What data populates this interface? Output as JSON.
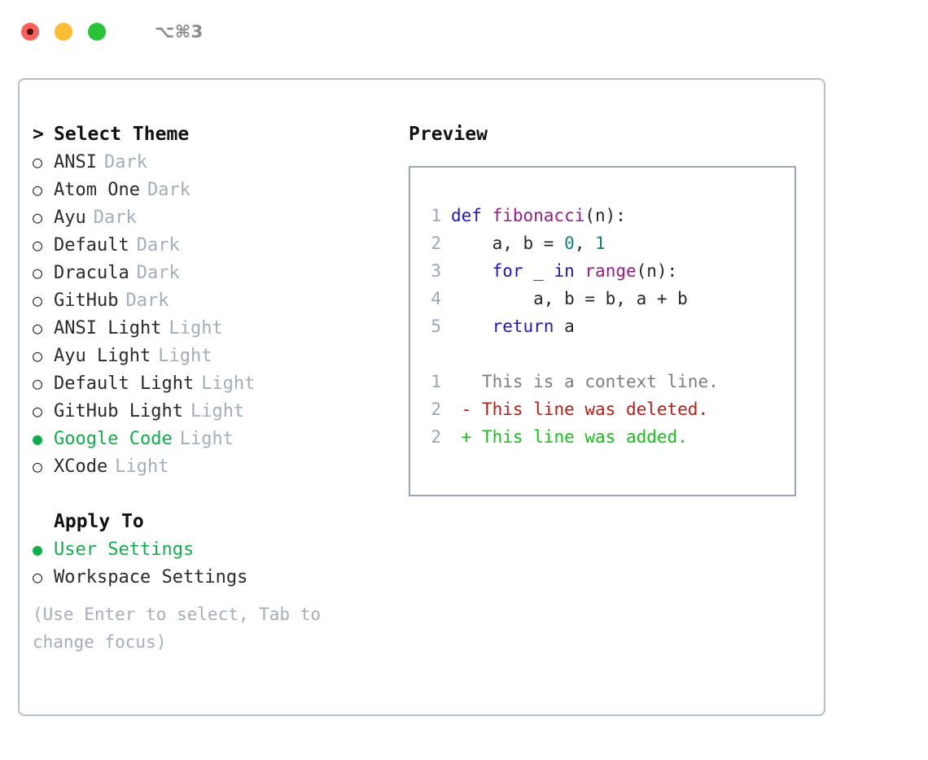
{
  "window": {
    "shortcut_label": "⌥⌘3",
    "traffic_lights": [
      "close",
      "minimize",
      "zoom"
    ]
  },
  "theme_picker": {
    "prompt_marker": ">",
    "title": "Select Theme",
    "marker_selected": "●",
    "marker_unselected": "○",
    "items": [
      {
        "label": "ANSI",
        "variant": "Dark",
        "selected": false
      },
      {
        "label": "Atom One",
        "variant": "Dark",
        "selected": false
      },
      {
        "label": "Ayu",
        "variant": "Dark",
        "selected": false
      },
      {
        "label": "Default",
        "variant": "Dark",
        "selected": false
      },
      {
        "label": "Dracula",
        "variant": "Dark",
        "selected": false
      },
      {
        "label": "GitHub",
        "variant": "Dark",
        "selected": false
      },
      {
        "label": "ANSI Light",
        "variant": "Light",
        "selected": false
      },
      {
        "label": "Ayu Light",
        "variant": "Light",
        "selected": false
      },
      {
        "label": "Default Light",
        "variant": "Light",
        "selected": false
      },
      {
        "label": "GitHub Light",
        "variant": "Light",
        "selected": false
      },
      {
        "label": "Google Code",
        "variant": "Light",
        "selected": true
      },
      {
        "label": "XCode",
        "variant": "Light",
        "selected": false
      }
    ]
  },
  "apply_to": {
    "title": "Apply To",
    "items": [
      {
        "label": "User Settings",
        "selected": true
      },
      {
        "label": "Workspace Settings",
        "selected": false
      }
    ]
  },
  "hint": "(Use Enter to select, Tab to change focus)",
  "preview": {
    "title": "Preview",
    "code_lines": [
      {
        "no": "1",
        "tokens": [
          {
            "t": "def ",
            "c": "kw"
          },
          {
            "t": "fibonacci",
            "c": "fn"
          },
          {
            "t": "(n):",
            "c": "pun"
          }
        ]
      },
      {
        "no": "2",
        "tokens": [
          {
            "t": "    a, b = ",
            "c": "pun"
          },
          {
            "t": "0",
            "c": "num"
          },
          {
            "t": ", ",
            "c": "pun"
          },
          {
            "t": "1",
            "c": "num"
          }
        ]
      },
      {
        "no": "3",
        "tokens": [
          {
            "t": "    ",
            "c": "pun"
          },
          {
            "t": "for",
            "c": "kw"
          },
          {
            "t": " _ ",
            "c": "pun"
          },
          {
            "t": "in",
            "c": "kw"
          },
          {
            "t": " ",
            "c": "pun"
          },
          {
            "t": "range",
            "c": "fn"
          },
          {
            "t": "(n):",
            "c": "pun"
          }
        ]
      },
      {
        "no": "4",
        "tokens": [
          {
            "t": "        a, b = b, a + b",
            "c": "pun"
          }
        ]
      },
      {
        "no": "5",
        "tokens": [
          {
            "t": "    ",
            "c": "pun"
          },
          {
            "t": "return",
            "c": "kw"
          },
          {
            "t": " a",
            "c": "pun"
          }
        ]
      }
    ],
    "diff_lines": [
      {
        "no": "1",
        "sign": " ",
        "text": "This is a context line.",
        "kind": "diff-ctx"
      },
      {
        "no": "2",
        "sign": "-",
        "text": "This line was deleted.",
        "kind": "diff-del"
      },
      {
        "no": "2",
        "sign": "+",
        "text": "This line was added.",
        "kind": "diff-add"
      }
    ]
  },
  "colors": {
    "accent_green": "#0fae4a",
    "muted_blue_grey": "#a3aebd",
    "panel_border": "#b7bfcd",
    "preview_border": "#9aa5b5",
    "keyword_blue": "#1b17c9",
    "function_magenta": "#9b1a87",
    "number_teal": "#0f8080",
    "diff_delete_red": "#c01a10",
    "diff_add_green": "#14c414",
    "traffic_red": "#fb6058",
    "traffic_amber": "#fcbc34",
    "traffic_green": "#2ac238"
  }
}
